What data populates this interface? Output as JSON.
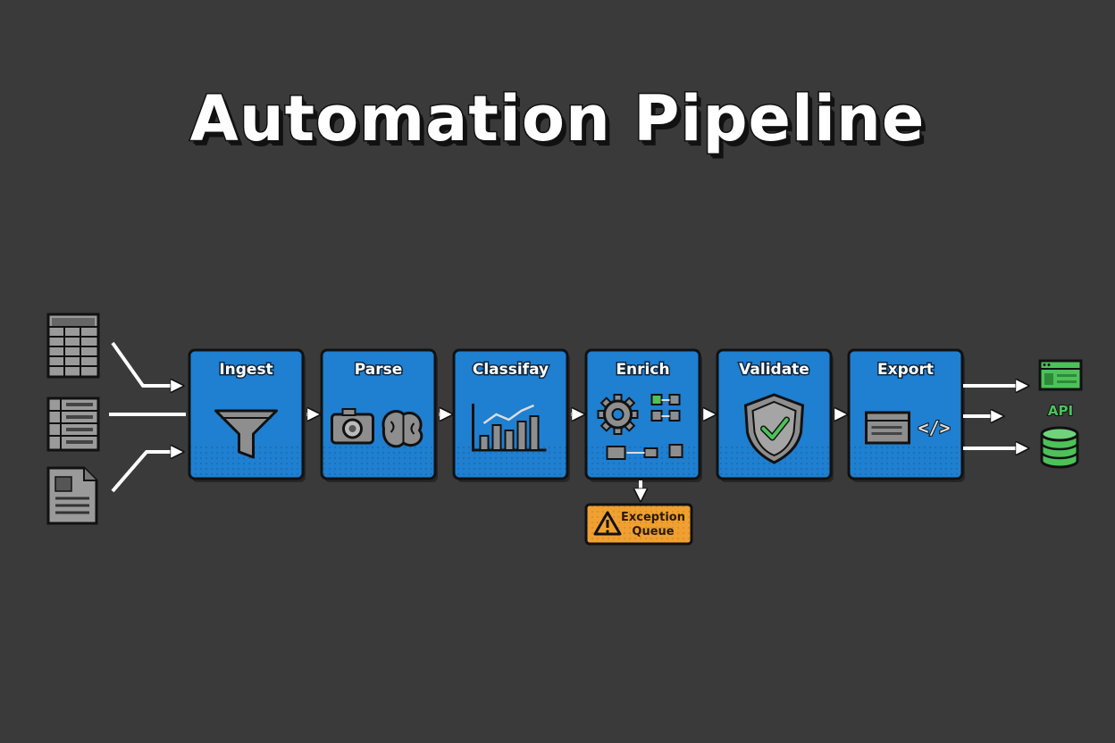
{
  "title": "Automation Pipeline",
  "stages": [
    {
      "label": "Ingest",
      "icon": "funnel-icon"
    },
    {
      "label": "Parse",
      "icon": "camera-brain-icon"
    },
    {
      "label": "Classifay",
      "icon": "bar-chart-icon"
    },
    {
      "label": "Enrich",
      "icon": "gear-workflow-icon"
    },
    {
      "label": "Validate",
      "icon": "shield-check-icon"
    },
    {
      "label": "Export",
      "icon": "browser-code-icon"
    }
  ],
  "inputs": [
    {
      "icon": "spreadsheet-icon"
    },
    {
      "icon": "table-document-icon"
    },
    {
      "icon": "text-document-icon"
    }
  ],
  "exception": {
    "line1": "Exception",
    "line2": "Queue",
    "icon": "warning-icon"
  },
  "outputs": [
    {
      "icon": "browser-window-icon"
    },
    {
      "label": "API"
    },
    {
      "icon": "database-icon"
    }
  ],
  "colors": {
    "background": "#3a3a3b",
    "stage_fill": "#1f7fd0",
    "exception_fill": "#f0a030",
    "output_green": "#4cc259"
  }
}
